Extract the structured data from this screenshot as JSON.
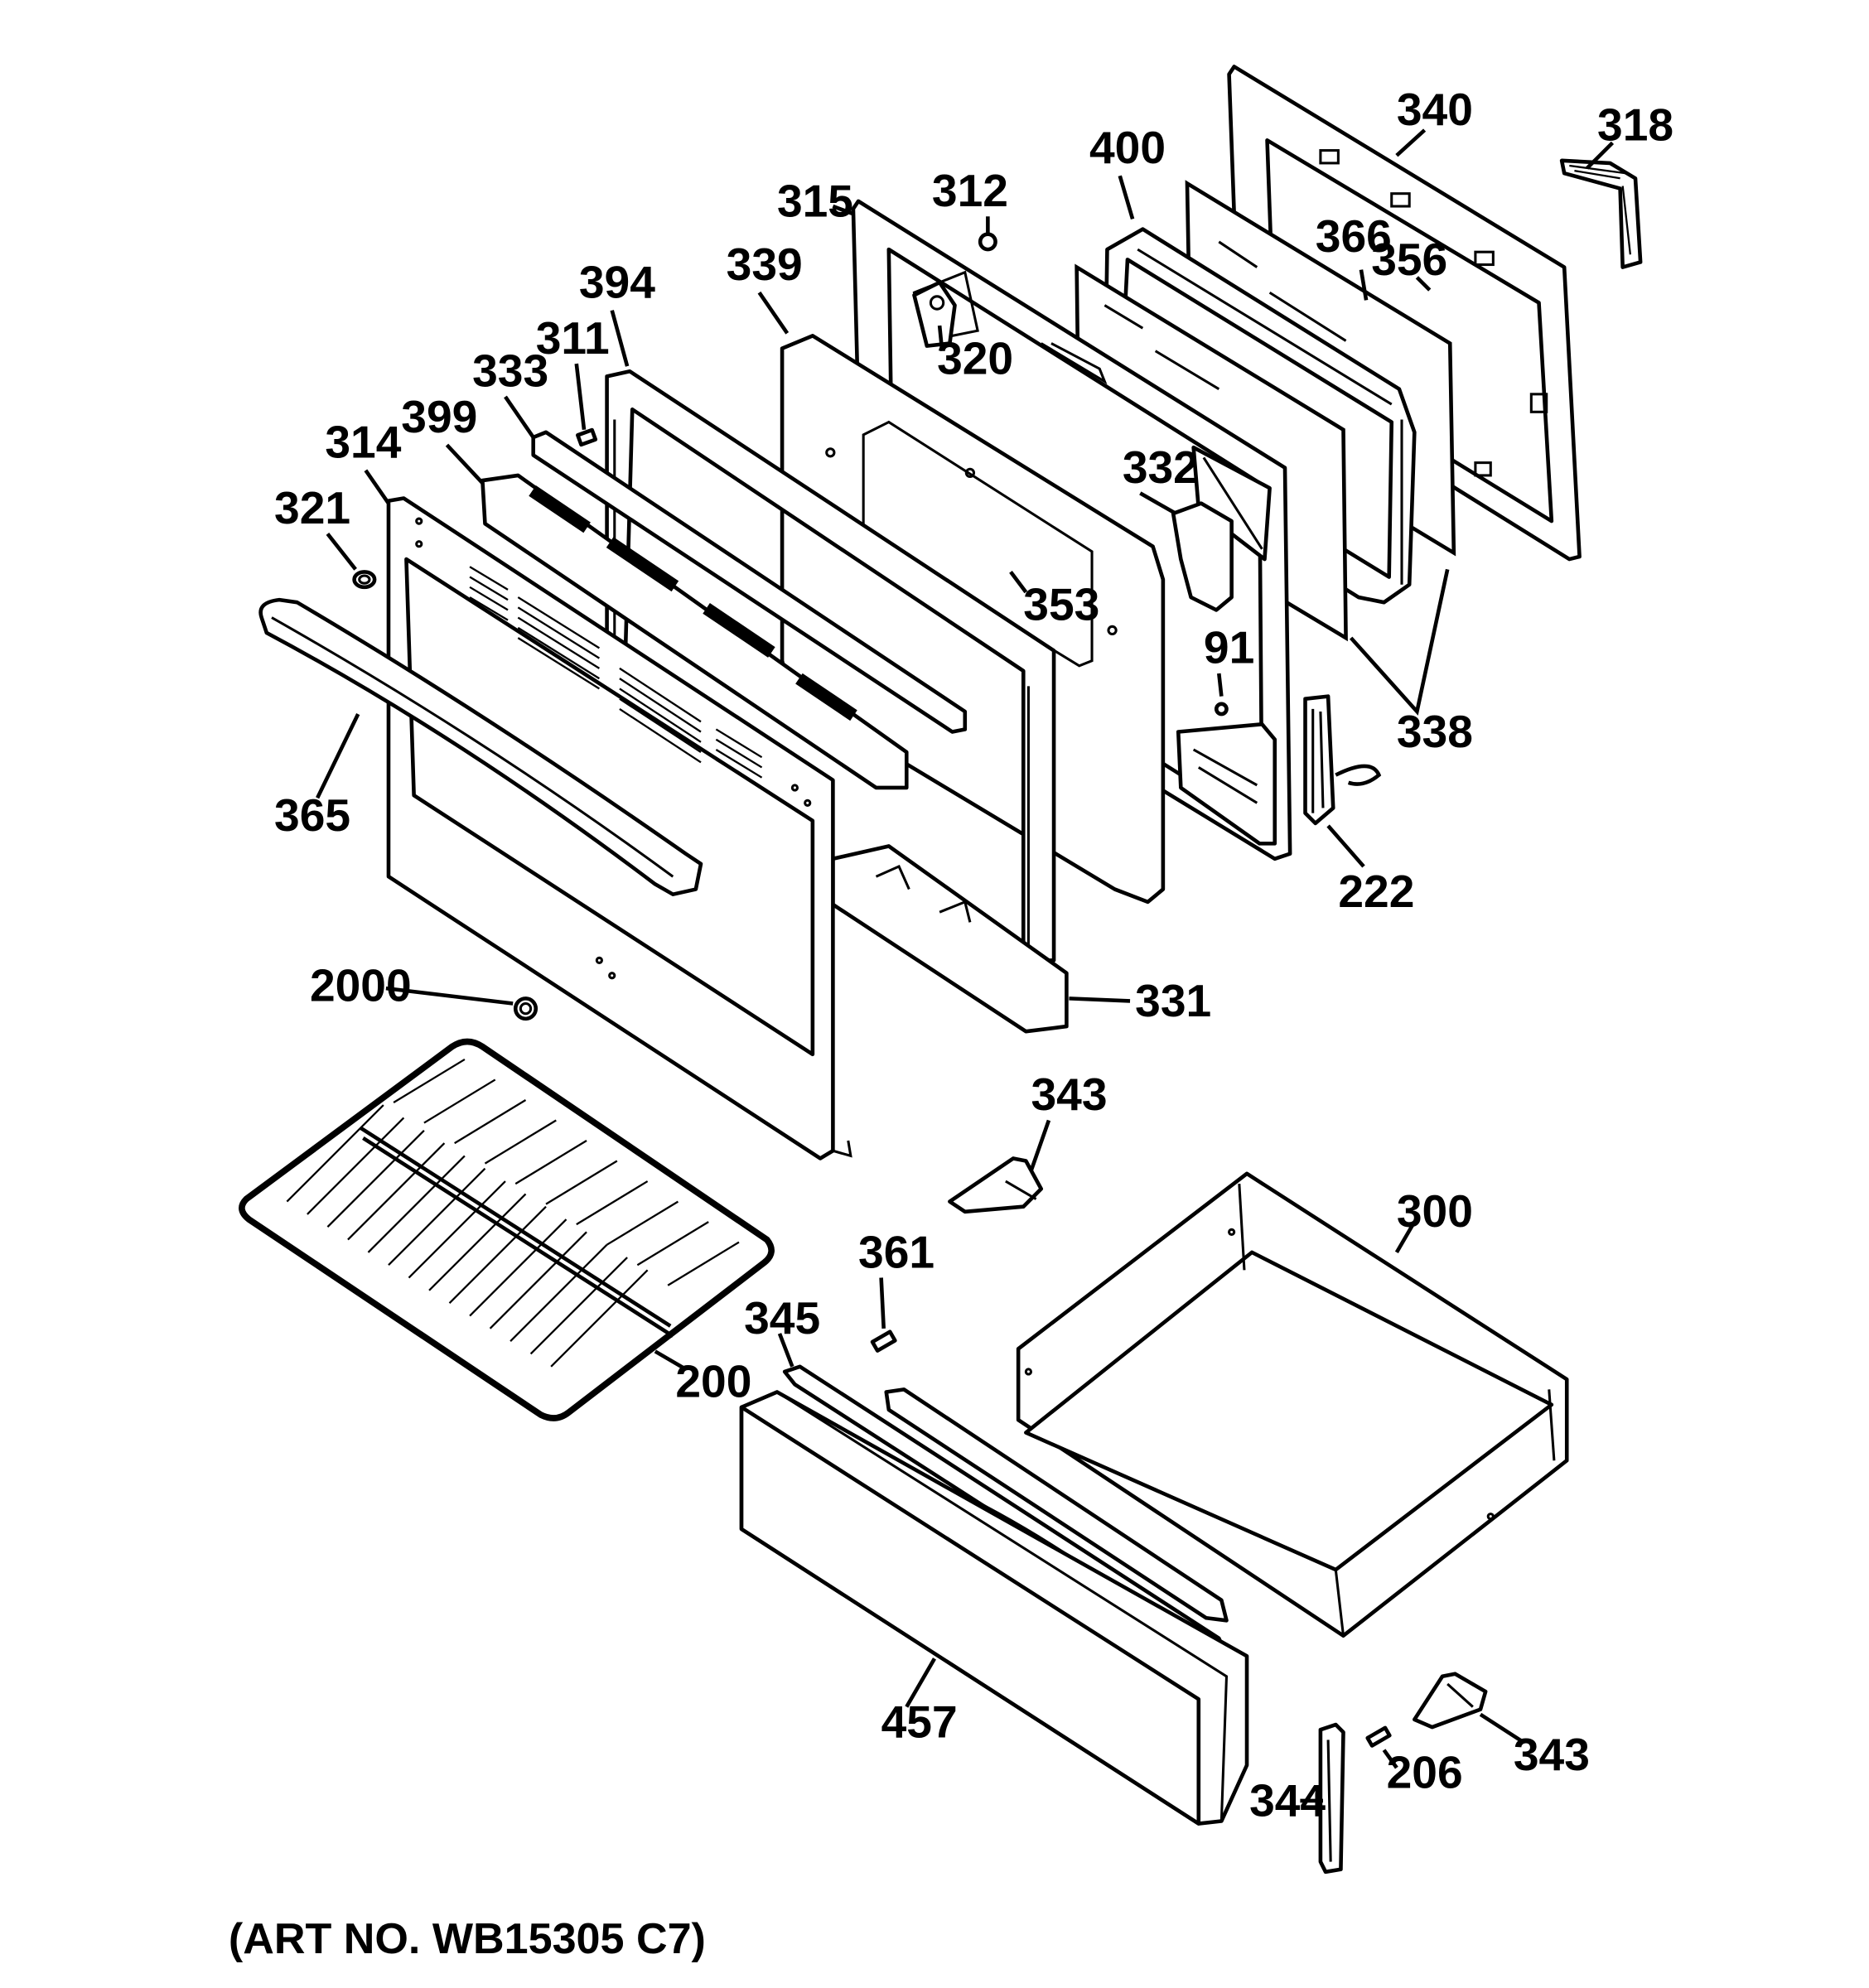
{
  "callouts": [
    {
      "id": "340",
      "label": "340"
    },
    {
      "id": "318",
      "label": "318"
    },
    {
      "id": "400",
      "label": "400"
    },
    {
      "id": "315",
      "label": "315"
    },
    {
      "id": "312",
      "label": "312"
    },
    {
      "id": "366",
      "label": "366"
    },
    {
      "id": "356",
      "label": "356"
    },
    {
      "id": "339",
      "label": "339"
    },
    {
      "id": "394",
      "label": "394"
    },
    {
      "id": "320",
      "label": "320"
    },
    {
      "id": "311",
      "label": "311"
    },
    {
      "id": "333",
      "label": "333"
    },
    {
      "id": "399",
      "label": "399"
    },
    {
      "id": "314",
      "label": "314"
    },
    {
      "id": "332",
      "label": "332"
    },
    {
      "id": "321",
      "label": "321"
    },
    {
      "id": "353",
      "label": "353"
    },
    {
      "id": "91",
      "label": "91"
    },
    {
      "id": "338",
      "label": "338"
    },
    {
      "id": "365",
      "label": "365"
    },
    {
      "id": "222",
      "label": "222"
    },
    {
      "id": "2000",
      "label": "2000"
    },
    {
      "id": "331",
      "label": "331"
    },
    {
      "id": "343a",
      "label": "343"
    },
    {
      "id": "300",
      "label": "300"
    },
    {
      "id": "361",
      "label": "361"
    },
    {
      "id": "345",
      "label": "345"
    },
    {
      "id": "200",
      "label": "200"
    },
    {
      "id": "457",
      "label": "457"
    },
    {
      "id": "343b",
      "label": "343"
    },
    {
      "id": "206",
      "label": "206"
    },
    {
      "id": "344",
      "label": "344"
    }
  ],
  "art_number": "(ART NO. WB15305 C7)"
}
